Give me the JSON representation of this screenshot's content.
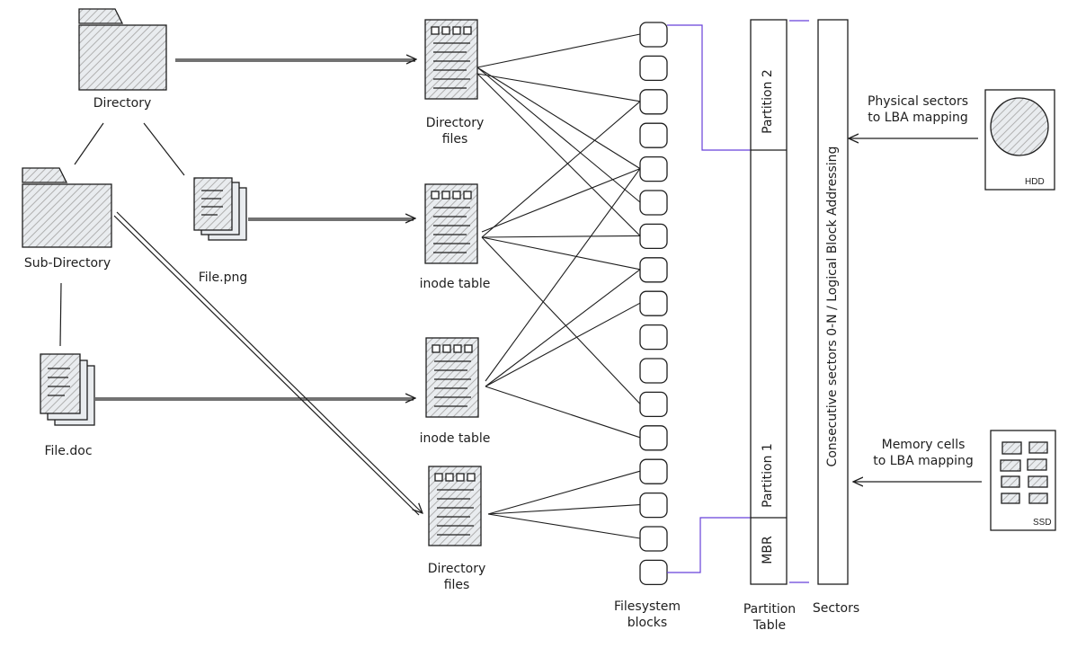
{
  "labels": {
    "directory": "Directory",
    "sub_directory": "Sub-Directory",
    "file_png": "File.png",
    "file_doc": "File.doc",
    "directory_files_top_1": "Directory",
    "directory_files_top_2": "files",
    "inode_table_1": "inode table",
    "inode_table_2": "inode table",
    "directory_files_bottom_1": "Directory",
    "directory_files_bottom_2": "files",
    "filesystem_blocks_1": "Filesystem",
    "filesystem_blocks_2": "blocks",
    "partition_table_1": "Partition",
    "partition_table_2": "Table",
    "sectors": "Sectors",
    "partition_2": "Partition 2",
    "partition_1": "Partition 1",
    "mbr": "MBR",
    "lba": "Consecutive sectors 0-N / Logical Block Addressing",
    "hdd_mapping_1": "Physical sectors",
    "hdd_mapping_2": "to LBA mapping",
    "ssd_mapping_1": "Memory cells",
    "ssd_mapping_2": "to LBA mapping",
    "hdd": "HDD",
    "ssd": "SSD"
  },
  "colors": {
    "stroke": "#1e1e1e",
    "fill": "#e9ecef",
    "accent": "#6741d9"
  }
}
